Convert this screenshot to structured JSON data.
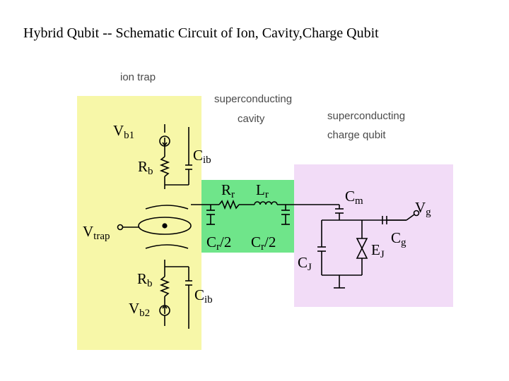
{
  "title": "Hybrid Qubit -- Schematic Circuit of Ion, Cavity,Charge Qubit",
  "regions": {
    "ion_trap": "ion trap",
    "cavity_line1": "superconducting",
    "cavity_line2": "cavity",
    "qubit_line1": "superconducting",
    "qubit_line2": "charge qubit"
  },
  "colors": {
    "ion_trap": "#f7f7a8",
    "cavity": "#6fe58a",
    "qubit": "#f2dcf7"
  },
  "components": {
    "vb1": {
      "main": "V",
      "sub": "b1"
    },
    "rb_top": {
      "main": "R",
      "sub": "b"
    },
    "cib_top": {
      "main": "C",
      "sub": "ib"
    },
    "vtrap": {
      "main": "V",
      "sub": "trap"
    },
    "rb_bottom": {
      "main": "R",
      "sub": "b"
    },
    "cib_bottom": {
      "main": "C",
      "sub": "ib"
    },
    "vb2": {
      "main": "V",
      "sub": "b2"
    },
    "rr": {
      "main": "R",
      "sub": "r"
    },
    "lr": {
      "main": "L",
      "sub": "r"
    },
    "cr_left": {
      "main": "C",
      "sub": "r",
      "tail": "/2"
    },
    "cr_right": {
      "main": "C",
      "sub": "r",
      "tail": "/2"
    },
    "cm": {
      "main": "C",
      "sub": "m"
    },
    "vg": {
      "main": "V",
      "sub": "g"
    },
    "cg": {
      "main": "C",
      "sub": "g"
    },
    "ej": {
      "main": "E",
      "sub": "J"
    },
    "cj": {
      "main": "C",
      "sub": "J"
    }
  }
}
